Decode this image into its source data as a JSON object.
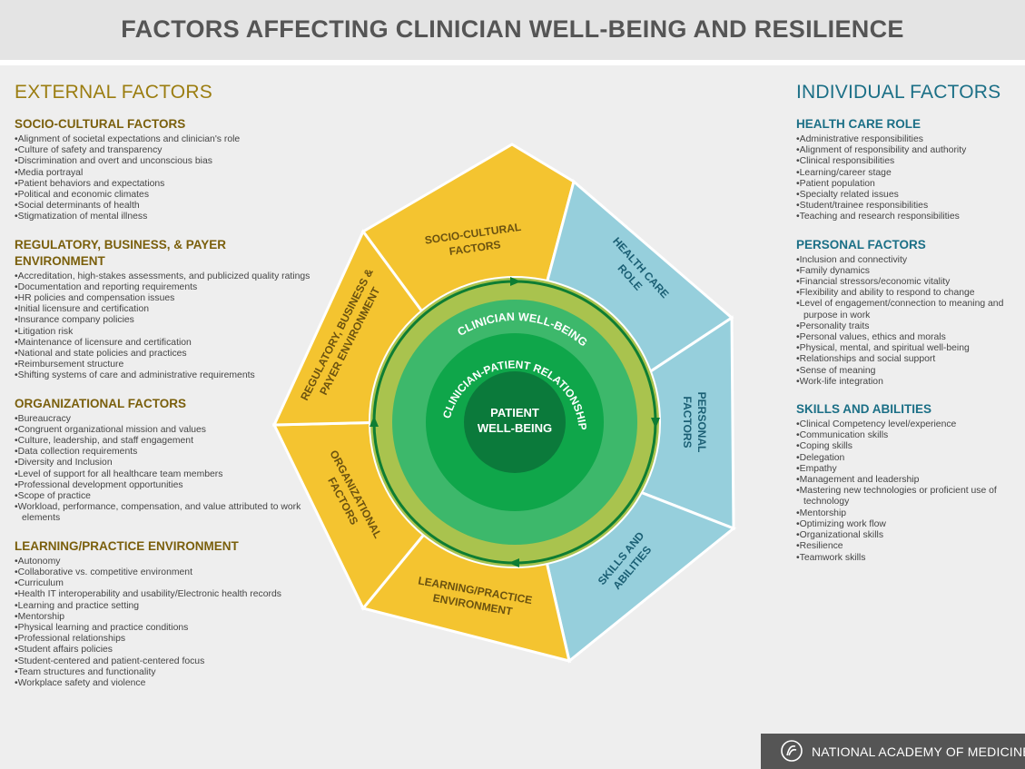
{
  "title": "FACTORS AFFECTING CLINICIAN WELL-BEING AND RESILIENCE",
  "external": {
    "heading": "EXTERNAL FACTORS",
    "sections": [
      {
        "title": "SOCIO-CULTURAL FACTORS",
        "items": [
          "Alignment of societal expectations and clinician's role",
          "Culture of safety and transparency",
          "Discrimination and overt and unconscious bias",
          "Media portrayal",
          "Patient behaviors and expectations",
          "Political and economic climates",
          "Social determinants of health",
          "Stigmatization of mental illness"
        ]
      },
      {
        "title": "REGULATORY, BUSINESS, & PAYER ENVIRONMENT",
        "items": [
          "Accreditation, high-stakes assessments, and publicized quality ratings",
          "Documentation and reporting requirements",
          "HR policies and compensation issues",
          "Initial licensure and certification",
          "Insurance company policies",
          "Litigation risk",
          "Maintenance of licensure and certification",
          "National and state policies and practices",
          "Reimbursement structure",
          "Shifting systems of care and administrative requirements"
        ]
      },
      {
        "title": "ORGANIZATIONAL FACTORS",
        "items": [
          "Bureaucracy",
          "Congruent organizational mission and values",
          "Culture, leadership, and staff engagement",
          "Data collection requirements",
          "Diversity and Inclusion",
          "Level of support for all healthcare team members",
          "Professional development opportunities",
          "Scope of practice",
          "Workload, performance, compensation, and value attributed to work elements"
        ]
      },
      {
        "title": "LEARNING/PRACTICE ENVIRONMENT",
        "items": [
          "Autonomy",
          "Collaborative vs. competitive environment",
          "Curriculum",
          "Health IT interoperability and usability/Electronic health records",
          "Learning and practice setting",
          "Mentorship",
          "Physical learning and practice conditions",
          "Professional relationships",
          "Student affairs policies",
          "Student-centered and patient-centered focus",
          "Team structures and functionality",
          "Workplace safety and violence"
        ]
      }
    ]
  },
  "individual": {
    "heading": "INDIVIDUAL FACTORS",
    "sections": [
      {
        "title": "HEALTH CARE ROLE",
        "items": [
          "Administrative responsibilities",
          "Alignment of responsibility and authority",
          "Clinical responsibilities",
          "Learning/career stage",
          "Patient population",
          "Specialty related issues",
          "Student/trainee responsibilities",
          "Teaching and research responsibilities"
        ]
      },
      {
        "title": "PERSONAL FACTORS",
        "items": [
          "Inclusion and connectivity",
          "Family dynamics",
          "Financial stressors/economic vitality",
          "Flexibility and ability to respond to change",
          "Level of engagement/connection to meaning and purpose in work",
          "Personality traits",
          "Personal values, ethics and morals",
          "Physical, mental, and spiritual well-being",
          "Relationships and social support",
          "Sense of meaning",
          "Work-life integration"
        ]
      },
      {
        "title": "SKILLS AND ABILITIES",
        "items": [
          "Clinical Competency level/experience",
          "Communication skills",
          "Coping skills",
          "Delegation",
          "Empathy",
          "Management and leadership",
          "Mastering new technologies or proficient use of technology",
          "Mentorship",
          "Optimizing work flow",
          "Organizational skills",
          "Resilience",
          "Teamwork skills"
        ]
      }
    ]
  },
  "diagram": {
    "segments": {
      "socio": [
        "SOCIO-CULTURAL",
        "FACTORS"
      ],
      "regulatory": [
        "REGULATORY, BUSINESS &",
        "PAYER ENVIRONMENT"
      ],
      "organizational": [
        "ORGANIZATIONAL",
        "FACTORS"
      ],
      "learning": [
        "LEARNING/PRACTICE",
        "ENVIRONMENT"
      ],
      "skills": [
        "SKILLS AND",
        "ABILITIES"
      ],
      "personal": [
        "PERSONAL",
        "FACTORS"
      ],
      "health": [
        "HEALTH CARE",
        "ROLE"
      ]
    },
    "rings": {
      "clinician": "CLINICIAN WELL-BEING",
      "relationship": "CLINICIAN-PATIENT RELATIONSHIP",
      "patient": [
        "PATIENT",
        "WELL-BEING"
      ]
    },
    "colors": {
      "external": "#f4c430",
      "individual": "#96cfdc",
      "outer_ring": "#a9c34e",
      "middle_ring": "#3db86b",
      "inner_ring": "#0fa64a",
      "center": "#0b7a3b",
      "arrow": "#0e7d33"
    }
  },
  "footer": {
    "org": "NATIONAL ACADEMY OF MEDICINE"
  }
}
